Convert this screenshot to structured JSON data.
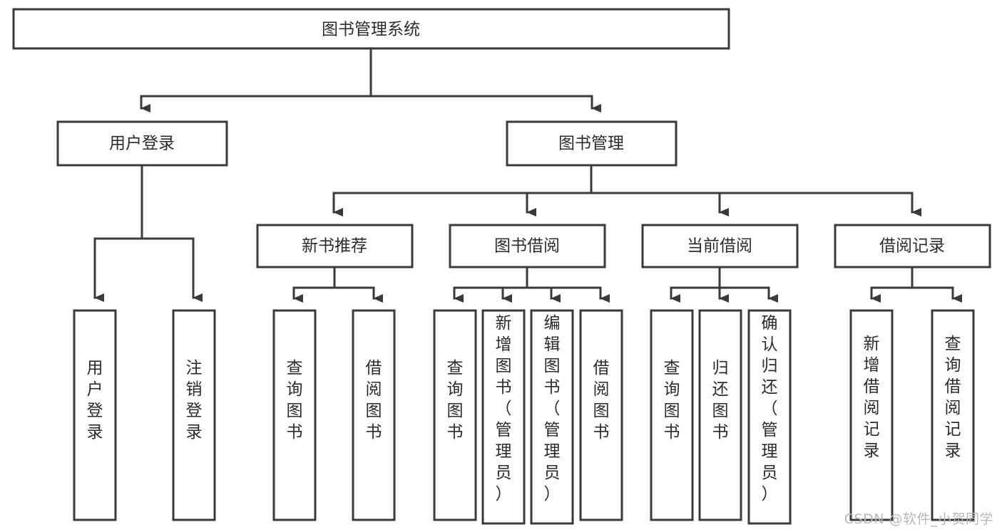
{
  "diagram": {
    "type": "tree-hierarchy",
    "title": "图书管理系统",
    "watermark": "CSDN @软件_小贺同学",
    "colors": {
      "stroke": "#3a3a3a",
      "fill": "#ffffff",
      "text": "#2b2b2b",
      "watermark": "#b8b8b8",
      "background": "#ffffff"
    },
    "nodes": {
      "root": {
        "label": "图书管理系统"
      },
      "level2": [
        {
          "id": "user-login",
          "label": "用户登录"
        },
        {
          "id": "book-manage",
          "label": "图书管理"
        }
      ],
      "level3": [
        {
          "id": "new-book-rec",
          "label": "新书推荐"
        },
        {
          "id": "book-borrow",
          "label": "图书借阅"
        },
        {
          "id": "current-borrow",
          "label": "当前借阅"
        },
        {
          "id": "borrow-record",
          "label": "借阅记录"
        }
      ],
      "leaves": {
        "user-login": [
          {
            "id": "leaf-user-login",
            "label": "用户登录"
          },
          {
            "id": "leaf-logout",
            "label": "注销登录"
          }
        ],
        "new-book-rec": [
          {
            "id": "leaf-query-book-1",
            "label": "查询图书"
          },
          {
            "id": "leaf-borrow-book-1",
            "label": "借阅图书"
          }
        ],
        "book-borrow": [
          {
            "id": "leaf-query-book-2",
            "label": "查询图书"
          },
          {
            "id": "leaf-add-book",
            "label": "新增图书（管理员）"
          },
          {
            "id": "leaf-edit-book",
            "label": "编辑图书（管理员）"
          },
          {
            "id": "leaf-borrow-book-2",
            "label": "借阅图书"
          }
        ],
        "current-borrow": [
          {
            "id": "leaf-query-book-3",
            "label": "查询图书"
          },
          {
            "id": "leaf-return-book",
            "label": "归还图书"
          },
          {
            "id": "leaf-confirm-return",
            "label": "确认归还（管理员）"
          }
        ],
        "borrow-record": [
          {
            "id": "leaf-add-record",
            "label": "新增借阅记录"
          },
          {
            "id": "leaf-query-record",
            "label": "查询借阅记录"
          }
        ]
      }
    }
  }
}
